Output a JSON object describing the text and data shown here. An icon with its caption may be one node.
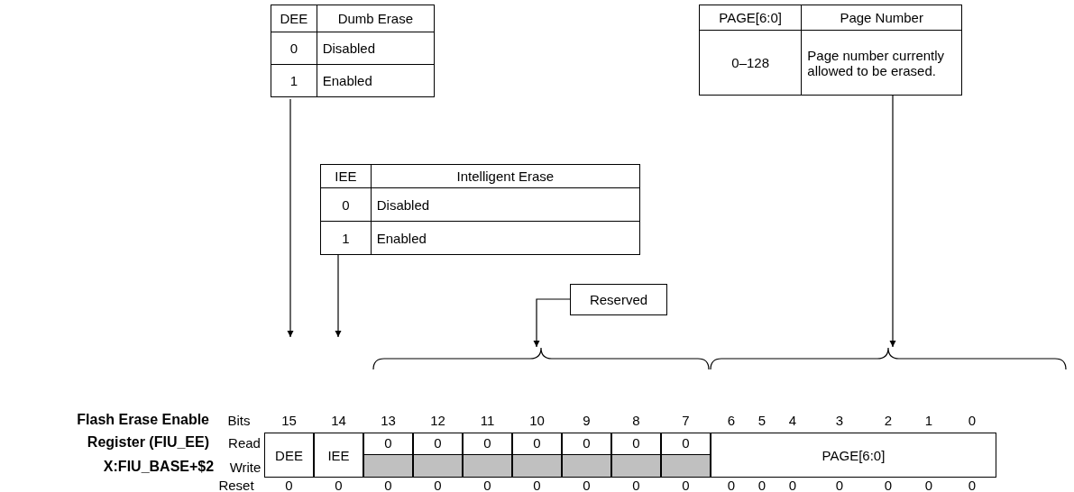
{
  "diagram": {
    "title": "Flash Erase Enable Register (FIU_EE)",
    "nodes": [
      {
        "text": [
          "DEE",
          "Dumb Erase",
          "0",
          "Disabled",
          "1",
          "Enabled"
        ]
      },
      {
        "text": [
          "PAGE[6:0]",
          "Page Number",
          "0–128",
          "Page number currently allowed to be erased."
        ]
      },
      {
        "text": [
          "IEE",
          "Intelligent Erase",
          "0",
          "Disabled",
          "1",
          "Enabled"
        ]
      },
      {
        "text": [
          "Reserved"
        ]
      },
      {
        "text": [],
        "shape": "brace"
      },
      {
        "text": [],
        "shape": "brace"
      },
      {
        "text": [
          "DEE"
        ]
      },
      {
        "text": [
          "IEE"
        ]
      },
      {
        "text": [
          "PAGE[6:0]"
        ]
      }
    ],
    "edges": [
      {
        "from": 0,
        "to": null,
        "arrow": "to"
      },
      {
        "from": 1,
        "to": 5,
        "arrow": "to"
      },
      {
        "from": 2,
        "to": null,
        "arrow": "to"
      },
      {
        "from": 3,
        "to": 4,
        "arrow": "to"
      }
    ],
    "labels": [
      "Bits",
      "15",
      "14",
      "13",
      "12",
      "11",
      "10",
      "9",
      "8",
      "7",
      "6",
      "5",
      "4",
      "3",
      "2",
      "1",
      "0",
      "Read",
      "0",
      "0",
      "0",
      "0",
      "0",
      "0",
      "0",
      "X:FIU_BASE+$2",
      "Write",
      "Reset",
      "0",
      "0",
      "0",
      "0",
      "0",
      "0",
      "0",
      "0",
      "0",
      "0",
      "0",
      "0",
      "0",
      "0",
      "0",
      "0"
    ]
  }
}
